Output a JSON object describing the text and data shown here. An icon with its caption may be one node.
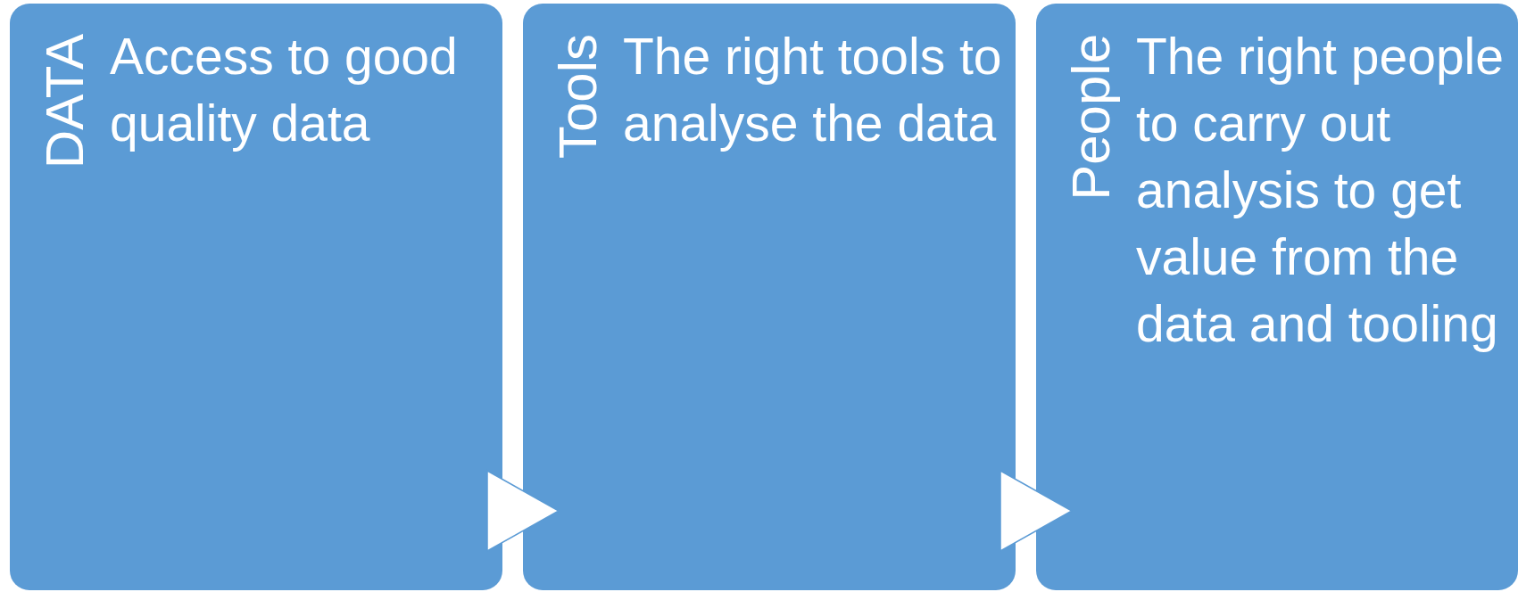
{
  "diagram": {
    "nodes": [
      {
        "text": [
          "DATA",
          "Access to good quality data"
        ]
      },
      {
        "text": [
          "Tools",
          "The right tools to analyse the data"
        ]
      },
      {
        "text": [
          "People",
          "The right people to carry out analysis to get value from the data and tooling"
        ]
      }
    ],
    "edges": [
      {
        "from": 0,
        "to": 1,
        "arrow": "to"
      },
      {
        "from": 1,
        "to": 2,
        "arrow": "to"
      }
    ]
  }
}
